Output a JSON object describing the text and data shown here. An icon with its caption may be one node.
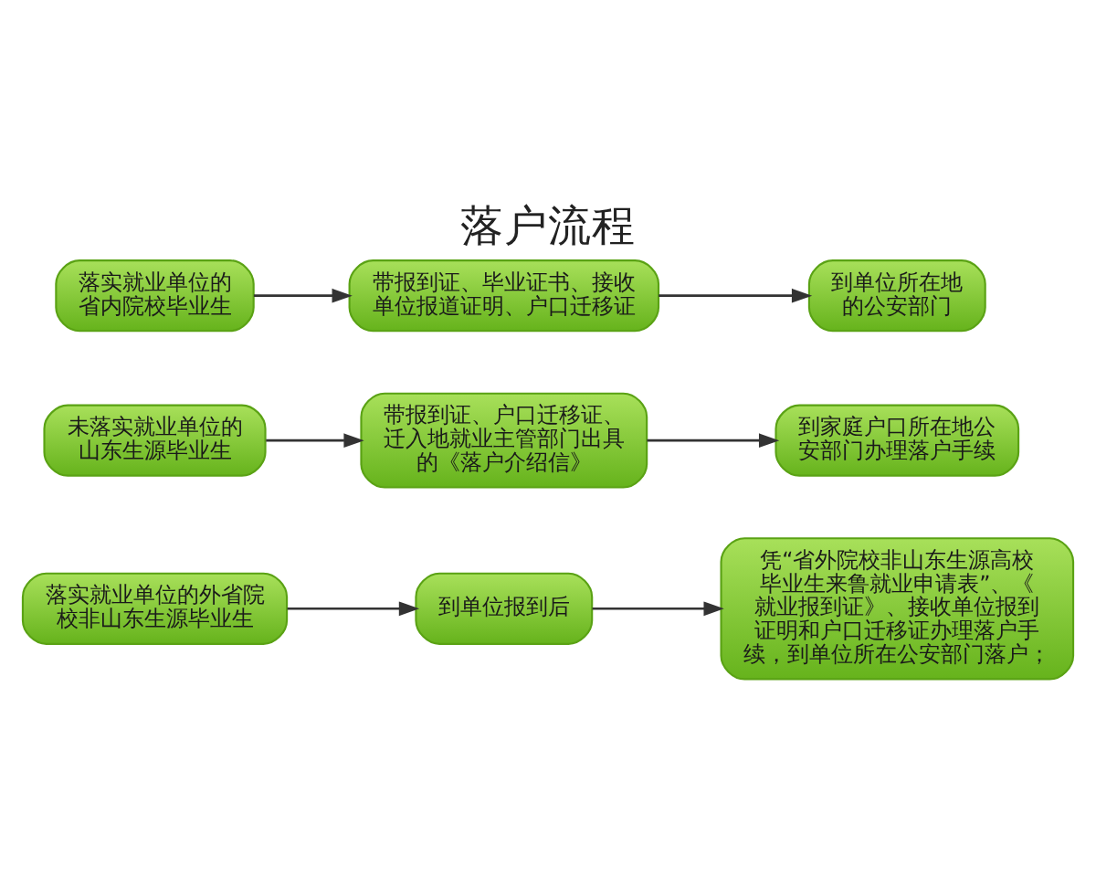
{
  "diagram": {
    "title": "落户流程",
    "nodes": [
      {
        "text": [
          "落实就业单位的省内院校毕业生"
        ]
      },
      {
        "text": [
          "带报到证、毕业证书、接收单位报道证明、户口迁移证"
        ]
      },
      {
        "text": [
          "到单位所在地的公安部门"
        ]
      },
      {
        "text": [
          "未落实就业单位的山东生源毕业生"
        ]
      },
      {
        "text": [
          "带报到证、户口迁移证、迁入地就业主管部门出具的《落户介绍信》"
        ]
      },
      {
        "text": [
          "到家庭户口所在地公安部门办理落户手续"
        ]
      },
      {
        "text": [
          "落实就业单位的外省院校非山东生源毕业生"
        ]
      },
      {
        "text": [
          "到单位报到后"
        ]
      },
      {
        "text": [
          "凭“省外院校非山东生源高校毕业生来鲁就业申请表”、《就业报到证》、接收单位报到证明和户口迁移证办理落户手续，到单位所在公安部门落户；"
        ]
      }
    ],
    "edges": [
      {
        "from": 0,
        "to": 1,
        "arrow": "to"
      },
      {
        "from": 1,
        "to": 2,
        "arrow": "to"
      },
      {
        "from": 3,
        "to": 4,
        "arrow": "to"
      },
      {
        "from": 4,
        "to": 5,
        "arrow": "to"
      },
      {
        "from": 6,
        "to": 7,
        "arrow": "to"
      },
      {
        "from": 7,
        "to": 8,
        "arrow": "to"
      }
    ]
  }
}
